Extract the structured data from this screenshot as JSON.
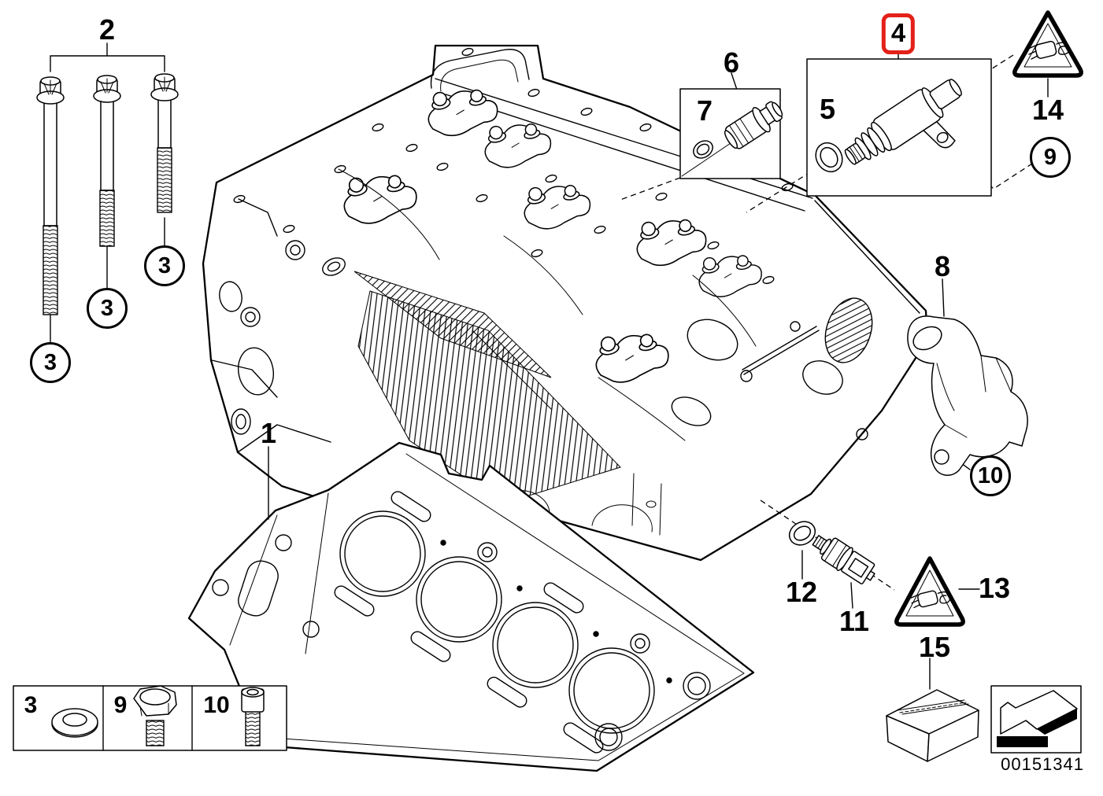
{
  "page": {
    "background": "#ffffff",
    "line_color": "#000000",
    "highlight_color": "#e32119"
  },
  "callouts": {
    "n1": "1",
    "n2": "2",
    "n4": "4",
    "n5": "5",
    "n6": "6",
    "n7": "7",
    "n8": "8",
    "n11": "11",
    "n12": "12",
    "n13": "13",
    "n14": "14",
    "n15": "15",
    "circled": {
      "c3a": "3",
      "c3b": "3",
      "c3c": "3",
      "c9": "9",
      "c10": "10"
    }
  },
  "legend": {
    "items": [
      {
        "label": "3",
        "icon": "washer-icon"
      },
      {
        "label": "9",
        "icon": "hex-bolt-icon"
      },
      {
        "label": "10",
        "icon": "socket-head-bolt-icon"
      }
    ]
  },
  "warnings": [
    {
      "ref": "14",
      "icon": "electrical-connector-warning-icon"
    },
    {
      "ref": "13",
      "icon": "electrical-connector-warning-icon"
    }
  ],
  "footer": {
    "image_number": "00151341",
    "icon": "page-back-arrow-icon"
  }
}
